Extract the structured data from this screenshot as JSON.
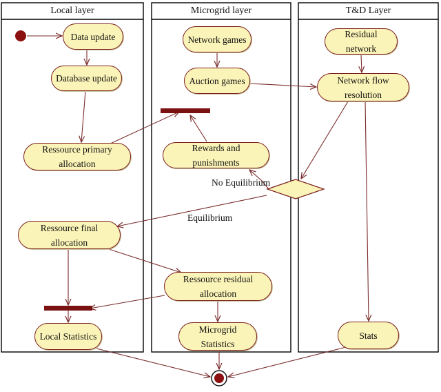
{
  "lanes": [
    {
      "title": "Local layer"
    },
    {
      "title": "Microgrid layer"
    },
    {
      "title": "T&D Layer"
    }
  ],
  "nodes": {
    "data_update": "Data update",
    "database_update": "Database update",
    "ressource_primary_allocation": "Ressource primary allocation",
    "ressource_final_allocation": "Ressource final allocation",
    "local_statistics": "Local Statistics",
    "network_games": "Network games",
    "auction_games": "Auction games",
    "rewards_and_punishments": "Rewards and punishments",
    "ressource_residual_allocation": "Ressource residual allocation",
    "microgrid_statistics": "Microgrid Statistics",
    "residual_network": "Residual network",
    "network_flow_resolution": "Network flow resolution",
    "stats": "Stats"
  },
  "guards": {
    "no_equilibrium": "No Equilibrium",
    "equilibrium": "Equilibrium"
  },
  "colors": {
    "node_fill": "#fbf4b8",
    "node_border": "#7a1e1e",
    "arrow": "#7a2b2b",
    "sync_bar": "#7a1212",
    "start_node": "#8b1010"
  }
}
